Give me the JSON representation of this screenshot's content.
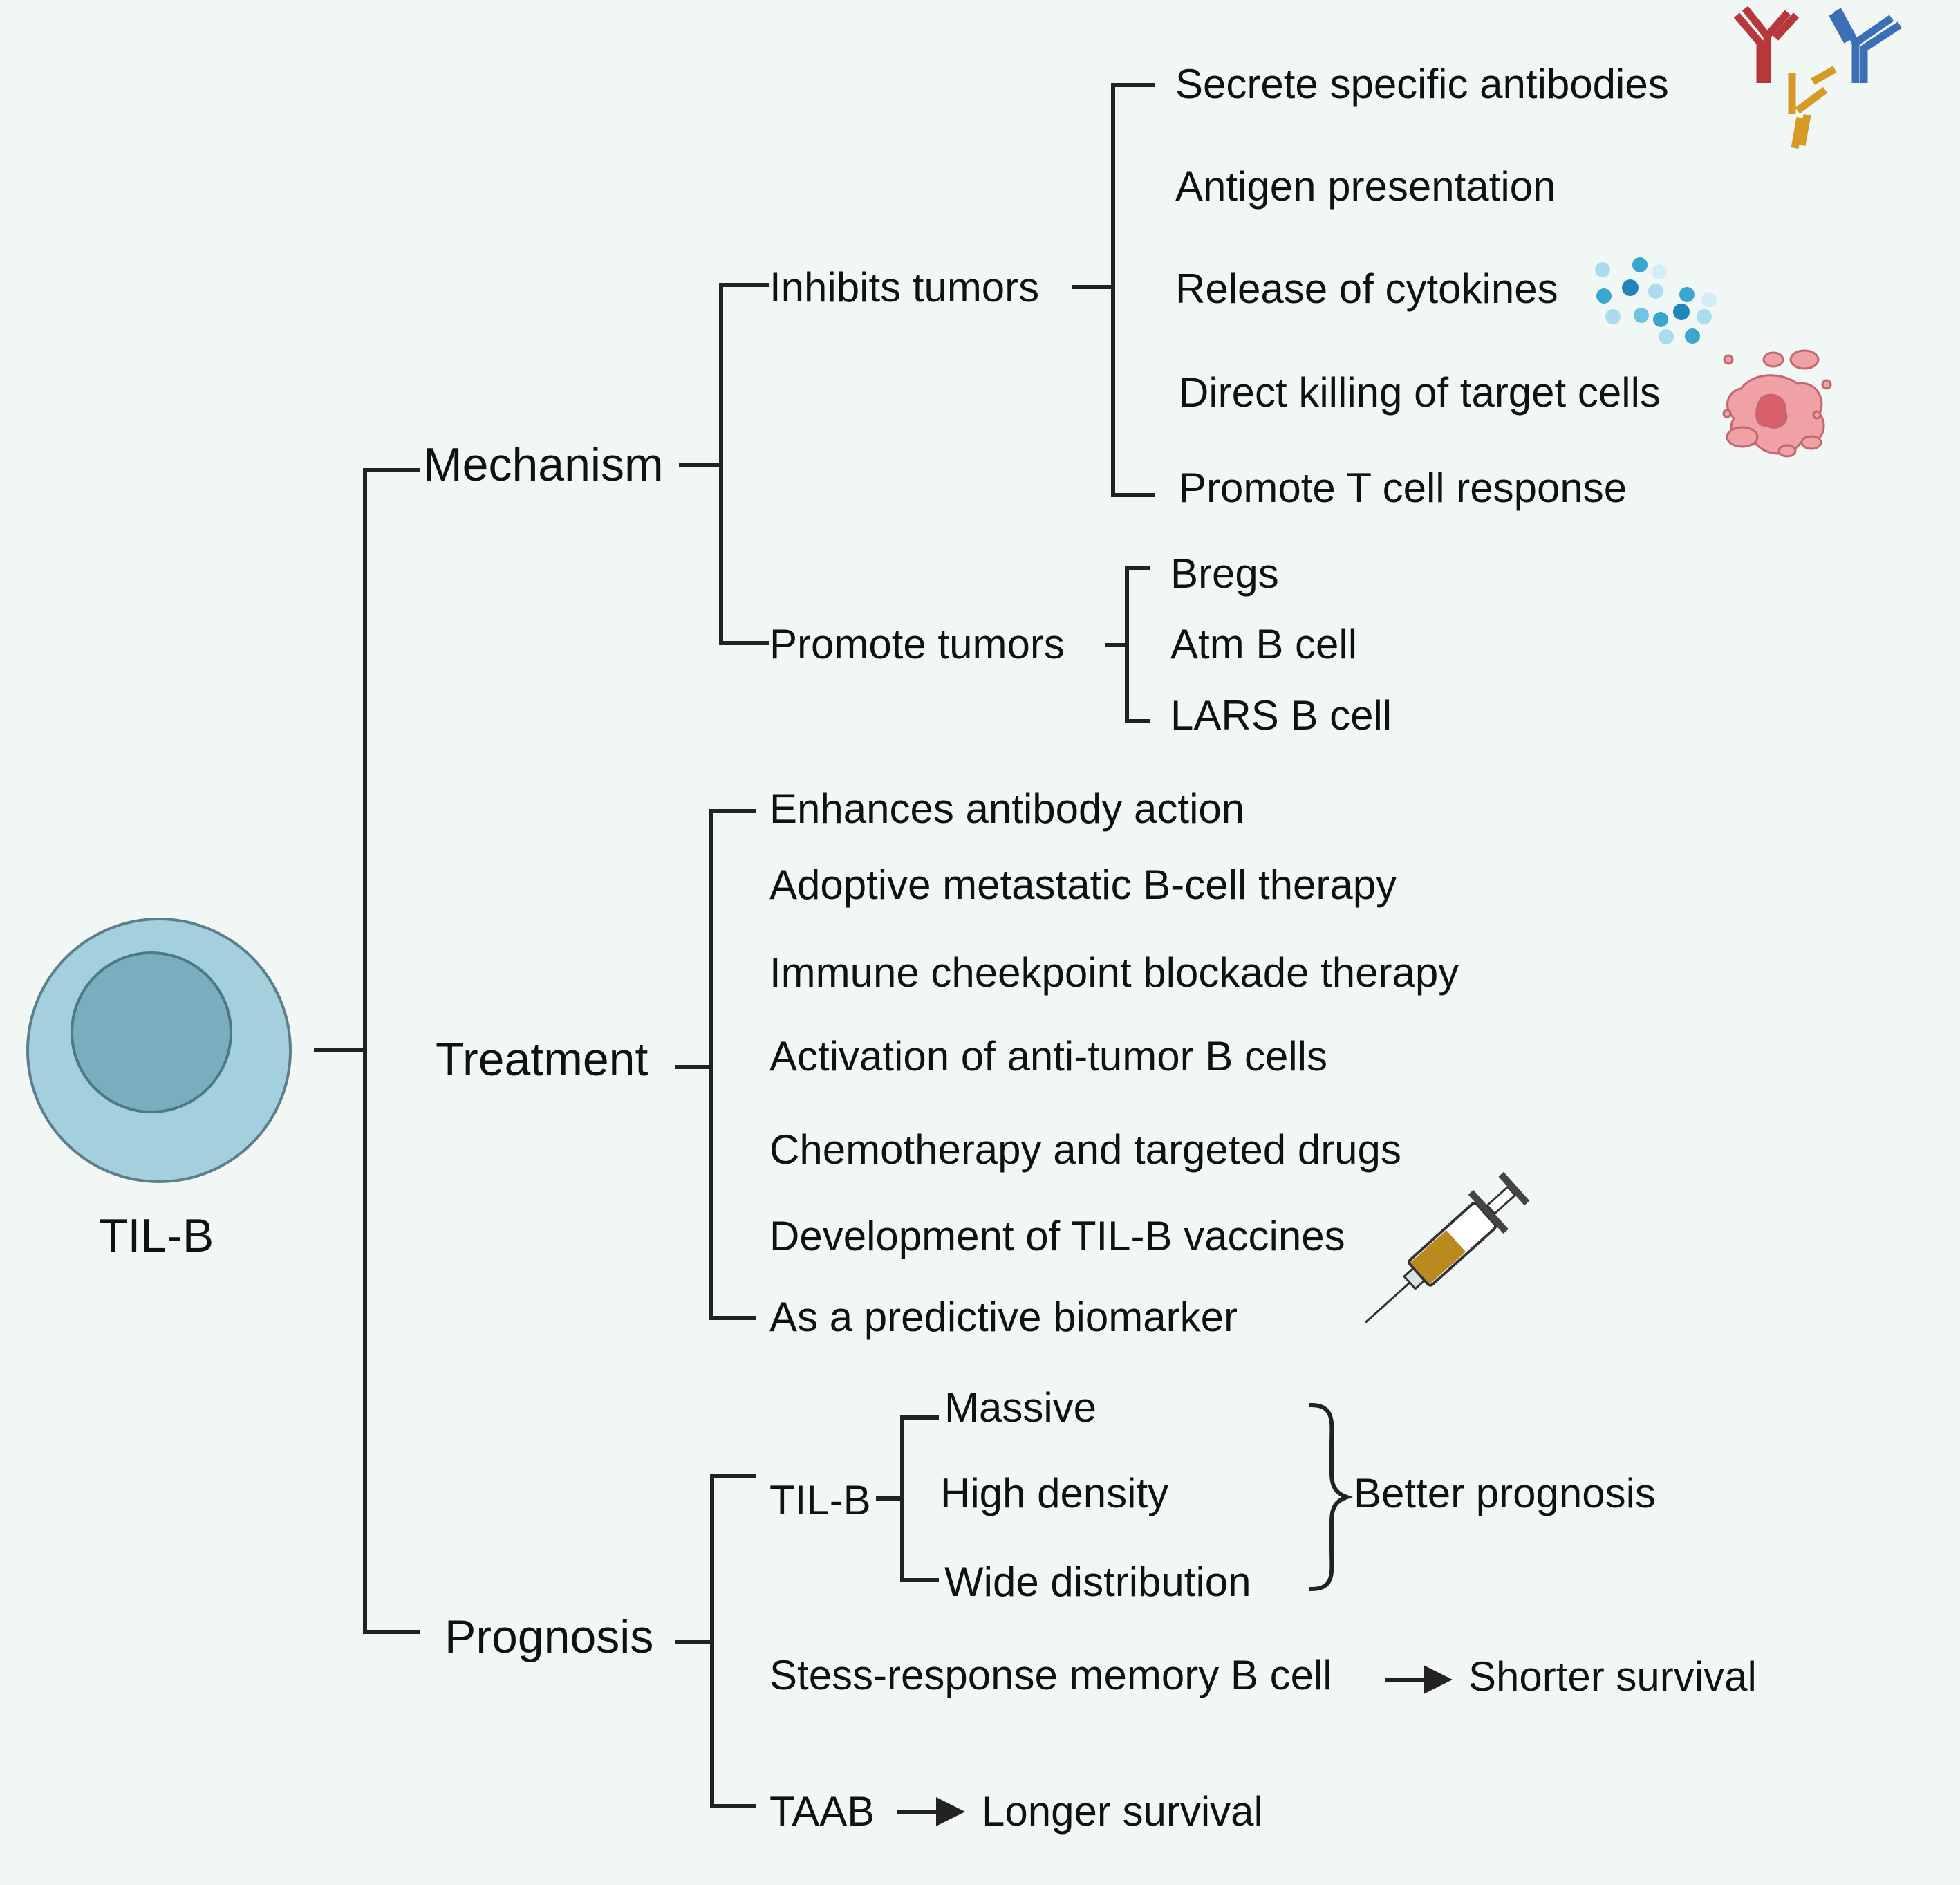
{
  "root": {
    "label": "TIL-B"
  },
  "mechanism": {
    "label": "Mechanism",
    "inhibits": {
      "label": "Inhibits tumors",
      "items": [
        "Secrete specific  antibodies",
        "Antigen presentation",
        "Release of cytokines",
        "Direct killing of target cells",
        "Promote T cell response"
      ]
    },
    "promotes": {
      "label": "Promote tumors",
      "items": [
        "Bregs",
        "Atm B cell",
        "LARS B cell"
      ]
    }
  },
  "treatment": {
    "label": "Treatment",
    "items": [
      "Enhances antibody action",
      "Adoptive metastatic B-cell therapy",
      "Immune cheekpoint blockade therapy",
      "Activation of anti-tumor B cells",
      "Chemotherapy and targeted drugs",
      "Development of TIL-B vaccines",
      "As a predictive biomarker"
    ]
  },
  "prognosis": {
    "label": "Prognosis",
    "tilb": {
      "label": "TIL-B",
      "items": [
        "Massive",
        "High density",
        "Wide distribution"
      ],
      "outcome": "Better prognosis"
    },
    "stress": {
      "label": "Stess-response memory B cell",
      "outcome": "Shorter survival"
    },
    "taab": {
      "label": "TAAB",
      "outcome": "Longer survival"
    }
  },
  "icons": [
    "antibody-icon",
    "cytokines-icon",
    "tumor-cell-icon",
    "syringe-icon",
    "b-cell-icon"
  ],
  "colors": {
    "background": "#f0f7f5",
    "line": "#222222",
    "cell_outer": "#a4cfdc",
    "cell_nucleus": "#79aebf",
    "antibody_red": "#b8373a",
    "antibody_blue": "#3d6fb6",
    "antibody_orange": "#d69a27",
    "cytokine": "#3aa5cf",
    "tumor": "#f0a1a6"
  }
}
